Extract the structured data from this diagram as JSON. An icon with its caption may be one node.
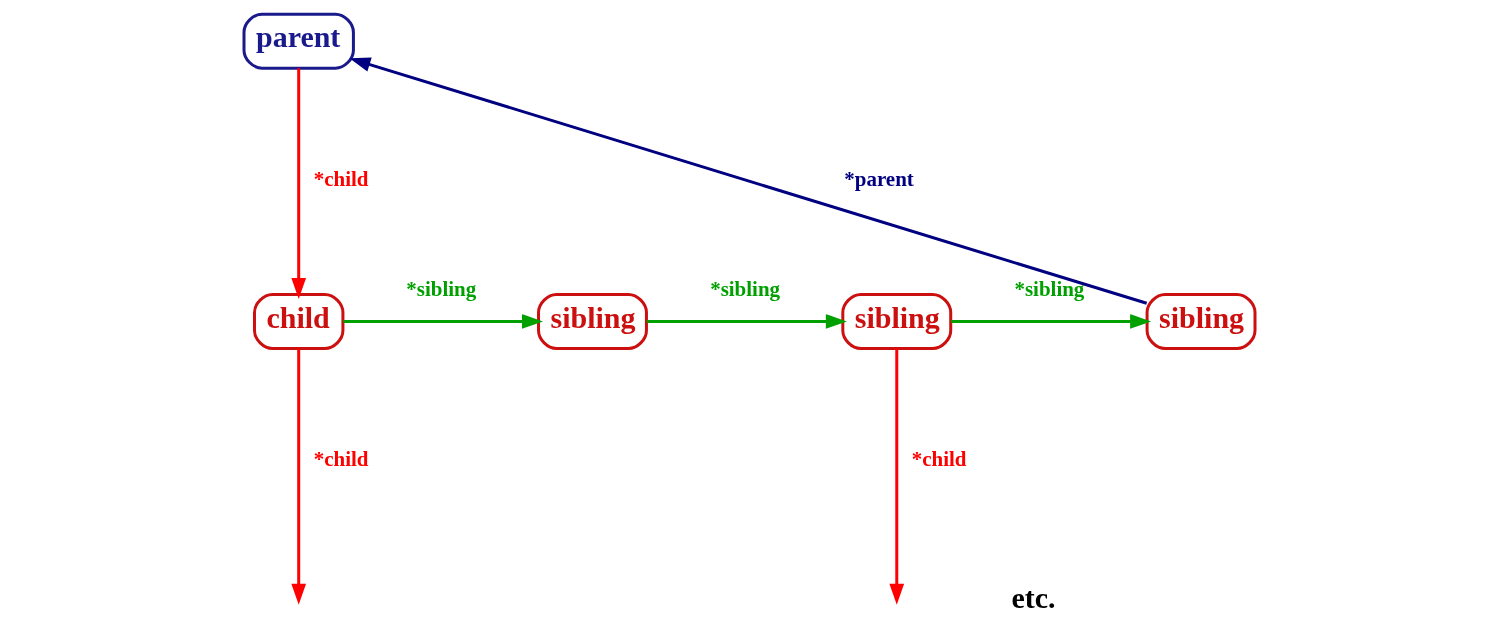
{
  "diagram": {
    "nodes": [
      {
        "text": [
          "parent"
        ]
      },
      {
        "text": [
          "child"
        ]
      },
      {
        "text": [
          "sibling"
        ]
      },
      {
        "text": [
          "sibling"
        ]
      },
      {
        "text": [
          "sibling"
        ]
      }
    ],
    "edges": [
      {
        "from": 0,
        "to": 1,
        "arrow": "to",
        "label": "*child",
        "color": "#ff0000"
      },
      {
        "from": 1,
        "to": 2,
        "arrow": "to",
        "label": "*sibling",
        "color": "#00a000"
      },
      {
        "from": 2,
        "to": 3,
        "arrow": "to",
        "label": "*sibling",
        "color": "#00a000"
      },
      {
        "from": 3,
        "to": 4,
        "arrow": "to",
        "label": "*sibling",
        "color": "#00a000"
      },
      {
        "from": 4,
        "to": 0,
        "arrow": "to",
        "label": "*parent",
        "color": "#000080"
      },
      {
        "from": 1,
        "to": null,
        "arrow": "to",
        "label": "*child",
        "color": "#ff0000"
      },
      {
        "from": 3,
        "to": null,
        "arrow": "to",
        "label": "*child",
        "color": "#ff0000"
      }
    ],
    "labels": [
      "etc."
    ]
  }
}
